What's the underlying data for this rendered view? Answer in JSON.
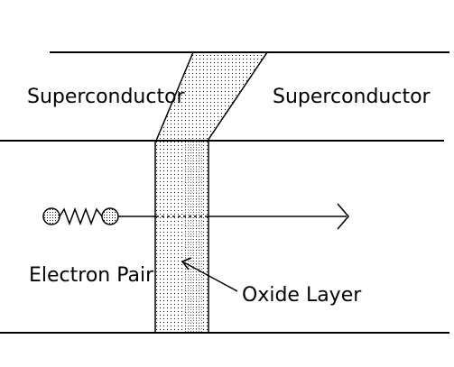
{
  "labels": {
    "left_superconductor": "Superconductor",
    "right_superconductor": "Superconductor",
    "electron_pair": "Electron Pair",
    "oxide_layer": "Oxide Layer"
  },
  "colors": {
    "ink": "#000000",
    "background": "#ffffff",
    "dot": "#000000"
  }
}
